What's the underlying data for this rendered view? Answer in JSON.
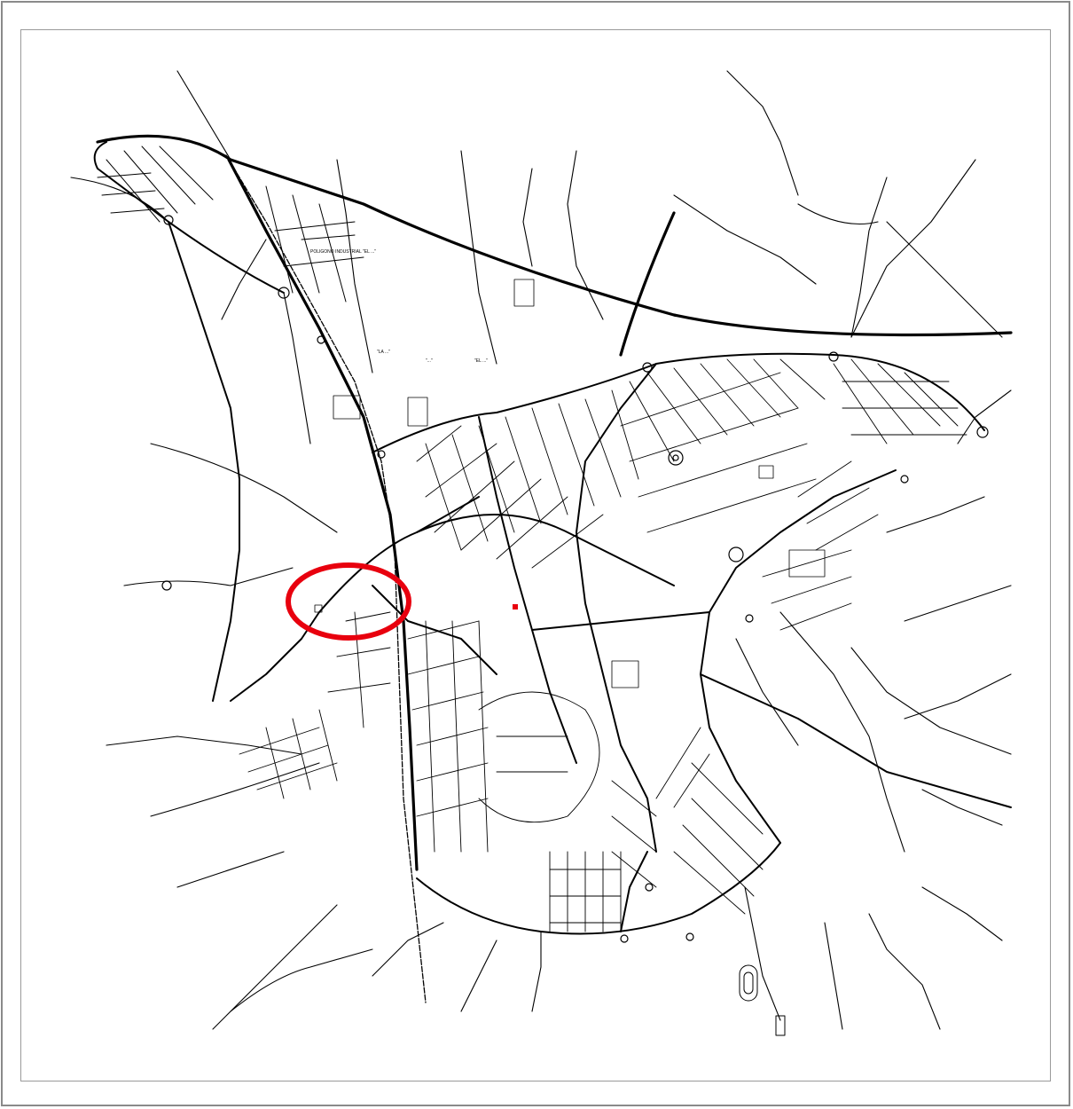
{
  "map": {
    "line_color": "#000000",
    "background": "#ffffff",
    "frame_color": "#8a8a8a",
    "highlight_color": "#e8000e",
    "marker_color": "#e8000e"
  },
  "labels": {
    "industrial_area": "POLIGONO INDUSTRIAL \"EL ...\"",
    "area_1": "\"LA ...\"",
    "area_2": "\"...\"",
    "area_3": "\"EL ...\""
  }
}
